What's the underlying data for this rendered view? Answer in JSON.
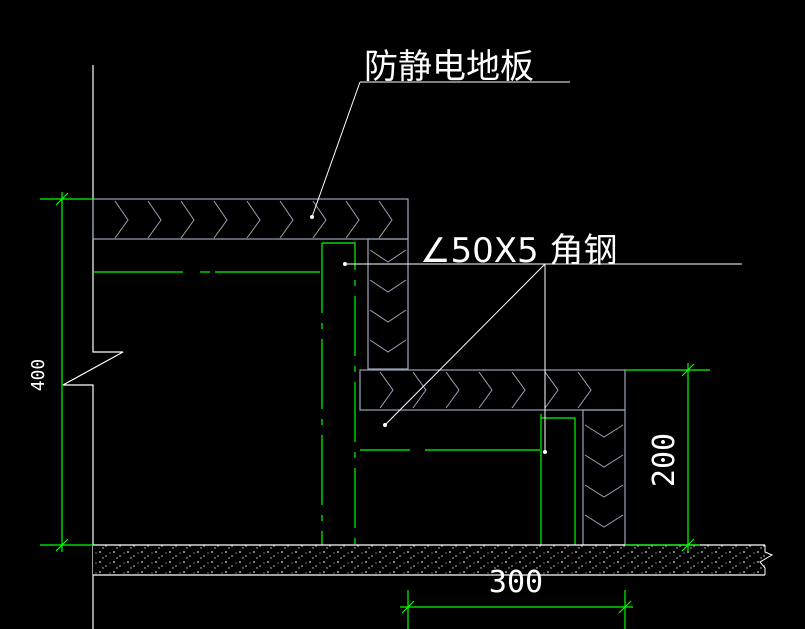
{
  "labels": {
    "floor_label": "防静电地板",
    "angle_label": "∠50X5 角钢"
  },
  "dimensions": {
    "height_total": "400",
    "height_lower": "200",
    "width_step": "300"
  },
  "colors": {
    "background": "#000000",
    "outline": "#ffffff",
    "dimension": "#00ff00",
    "hatch": "#9aa3b8"
  }
}
